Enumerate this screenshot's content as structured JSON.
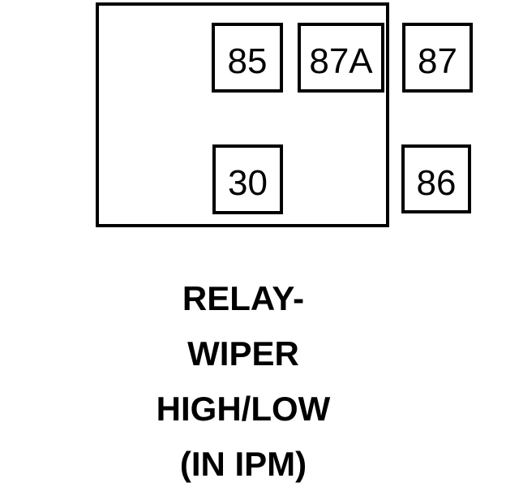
{
  "page": {
    "background_color": "#ffffff",
    "foreground_color": "#000000"
  },
  "diagram": {
    "kind": "relay-pinout",
    "pins": [
      {
        "id": "85",
        "label": "85"
      },
      {
        "id": "87A",
        "label": "87A"
      },
      {
        "id": "87",
        "label": "87"
      },
      {
        "id": "30",
        "label": "30"
      },
      {
        "id": "86",
        "label": "86"
      }
    ],
    "caption": {
      "lines": [
        "RELAY-",
        "WIPER",
        "HIGH/LOW",
        "(IN IPM)"
      ]
    }
  }
}
